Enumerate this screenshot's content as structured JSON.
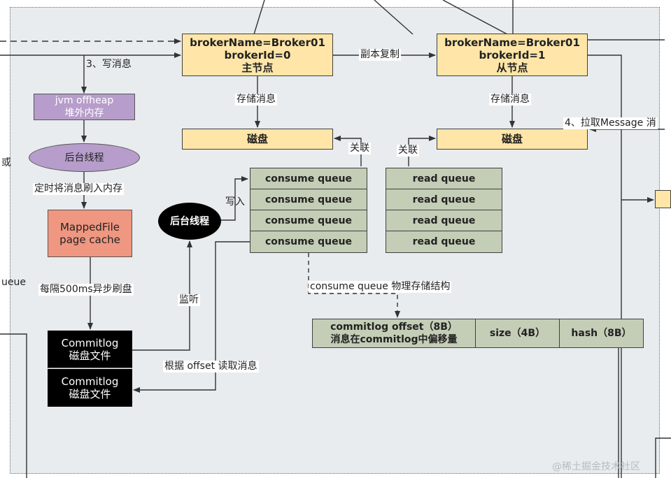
{
  "nodes": {
    "master": {
      "line1": "brokerName=Broker01",
      "line2": "brokerId=0",
      "line3": "主节点"
    },
    "slave": {
      "line1": "brokerName=Broker01",
      "line2": "brokerId=1",
      "line3": "从节点"
    },
    "disk_master": "磁盘",
    "disk_slave": "磁盘",
    "jvm": {
      "line1": "jvm offheap",
      "line2": "堆外内存"
    },
    "bg_thread_purple": "后台线程",
    "mappedfile": {
      "line1": "MappedFile",
      "line2": "page cache"
    },
    "commitlog": [
      {
        "line1": "Commitlog",
        "line2": "磁盘文件"
      },
      {
        "line1": "Commitlog",
        "line2": "磁盘文件"
      }
    ],
    "bg_thread_black": "后台线程",
    "consume_queue": [
      "consume queue",
      "consume queue",
      "consume queue",
      "consume queue"
    ],
    "read_queue": [
      "read queue",
      "read queue",
      "read queue",
      "read queue"
    ],
    "struct": {
      "offset_line1": "commitlog offset（8B）",
      "offset_line2": "消息在commitlog中偏移量",
      "size": "size（4B）",
      "hash": "hash（8B）"
    }
  },
  "labels": {
    "write_msg": "3、写消息",
    "replicate": "副本复制",
    "store_master": "存储消息",
    "store_slave": "存储消息",
    "pull_msg": "4、拉取Message 消",
    "assoc_left": "关联",
    "assoc_right": "关联",
    "write_in": "写入",
    "timed_flush": "定时将消息刷入内存",
    "async_flush": "每隔500ms异步刷盘",
    "listen": "监听",
    "read_by_offset": "根据 offset 读取消息",
    "physical_struct": "consume queue 物理存储结构",
    "left_cut_top": "或",
    "left_cut_queue": "ueue"
  },
  "watermark": "@稀土掘金技术社区",
  "colors": {
    "yellow": "#ffe6a8",
    "green": "#c4cdb6",
    "purple": "#b79dcb",
    "salmon": "#ef9780",
    "black": "#000000",
    "panel": "#e8ecee"
  }
}
